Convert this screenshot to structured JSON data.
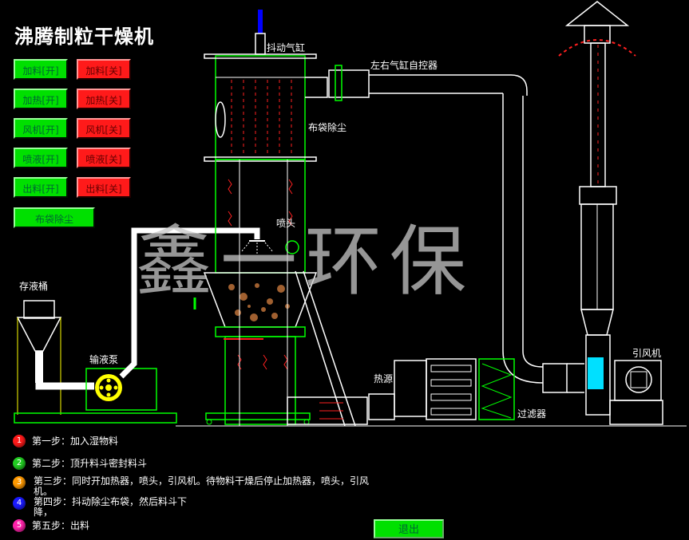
{
  "title": "沸腾制粒干燥机",
  "controls": [
    {
      "on": "加料[开]",
      "off": "加料[关]"
    },
    {
      "on": "加热[开]",
      "off": "加热[关]"
    },
    {
      "on": "风机[开]",
      "off": "风机[关]"
    },
    {
      "on": "喷液[开]",
      "off": "喷液[关]"
    },
    {
      "on": "出料[开]",
      "off": "出料[关]"
    }
  ],
  "bag_dust_button": "布袋除尘",
  "diagram_labels": {
    "shake_cylinder": "抖动气缸",
    "left_right_cylinder": "左右气缸自控器",
    "bag_filter": "布袋除尘",
    "nozzle": "喷头",
    "liquid_tank": "存液桶",
    "pump": "输液泵",
    "heat_source": "热源",
    "filter": "过滤器",
    "fan": "引风机"
  },
  "watermark": "鑫一环保",
  "steps": [
    {
      "num": "1",
      "color": "#ff1a1a",
      "text": "第一步：加入湿物料"
    },
    {
      "num": "2",
      "color": "#22cc22",
      "text": "第二步：顶升料斗密封料斗"
    },
    {
      "num": "3",
      "color": "#ff9900",
      "text": "第三步：同时开加热器，喷头，引风机。待物料干燥后停止加热器，喷头，引风机。"
    },
    {
      "num": "4",
      "color": "#1a1aff",
      "text": "第四步：抖动除尘布袋，然后料斗下降，"
    },
    {
      "num": "5",
      "color": "#ff22aa",
      "text": "第五步：出料"
    }
  ],
  "exit_button": "退出",
  "colors": {
    "on": "#00e000",
    "off": "#ff1a1a",
    "line": "#ffffff",
    "frame": "#00ff00",
    "dashed": "#ff2020"
  }
}
